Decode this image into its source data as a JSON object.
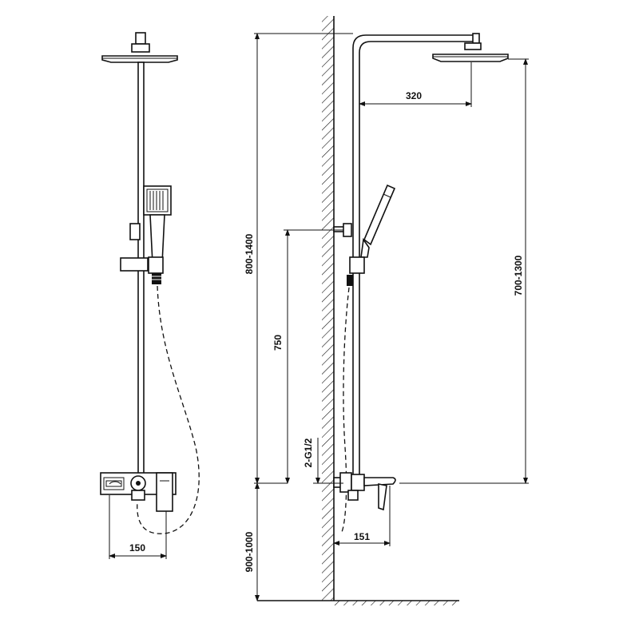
{
  "dimensions": {
    "front_valve_width": "150",
    "arm_reach": "320",
    "rail_height_range": "800-1400",
    "overhead_height_range": "700-1300",
    "handshower_holder_height": "750",
    "inlet_thread": "2-G1/2",
    "spout_projection": "151",
    "valve_height_range": "900-1000"
  }
}
